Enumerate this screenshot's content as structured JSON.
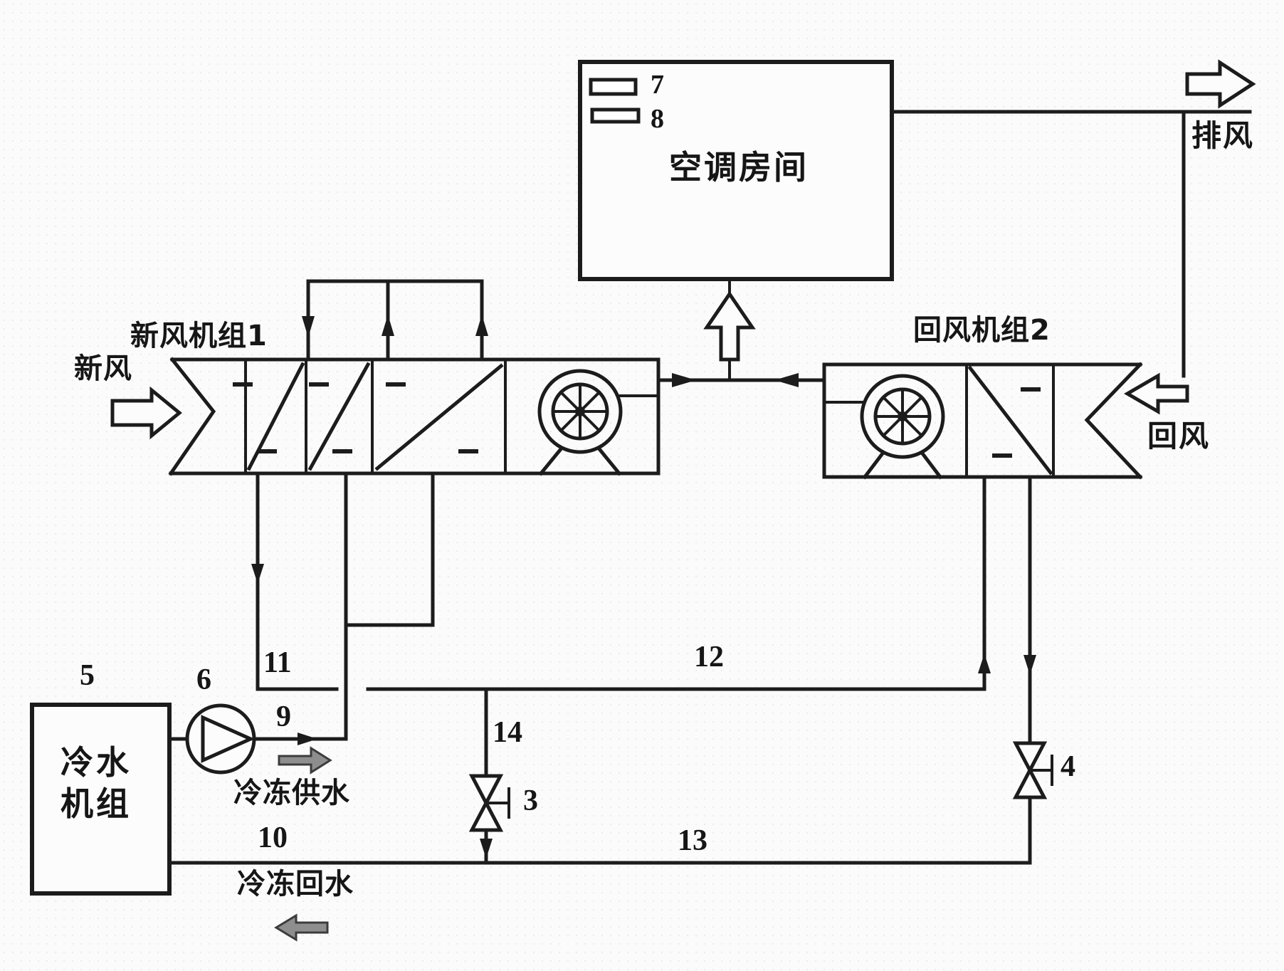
{
  "room": {
    "label": "空调房间",
    "indicator_top": "7",
    "indicator_bottom": "8"
  },
  "airflow_labels": {
    "exhaust": "排风",
    "return": "回风",
    "fresh": "新风"
  },
  "unit_labels": {
    "fresh_air_unit": "新风机组1",
    "return_air_unit": "回风机组2"
  },
  "chiller": {
    "number": "5",
    "name_line1": "冷水",
    "name_line2": "机组"
  },
  "pump_number": "6",
  "water_labels": {
    "supply": "冷冻供水",
    "return": "冷冻回水"
  },
  "pipe_numbers": {
    "supply_pipe": "9",
    "return_pipe": "10",
    "coil1_return": "11",
    "recovery_line": "12",
    "main_return": "13",
    "bypass_branch": "14"
  },
  "valve_numbers": {
    "valve_3": "3",
    "valve_4": "4"
  },
  "colors": {
    "line": "#1c1c1c",
    "gray_arrow_fill": "#8e8e8e",
    "background": "#fbfbfb"
  }
}
